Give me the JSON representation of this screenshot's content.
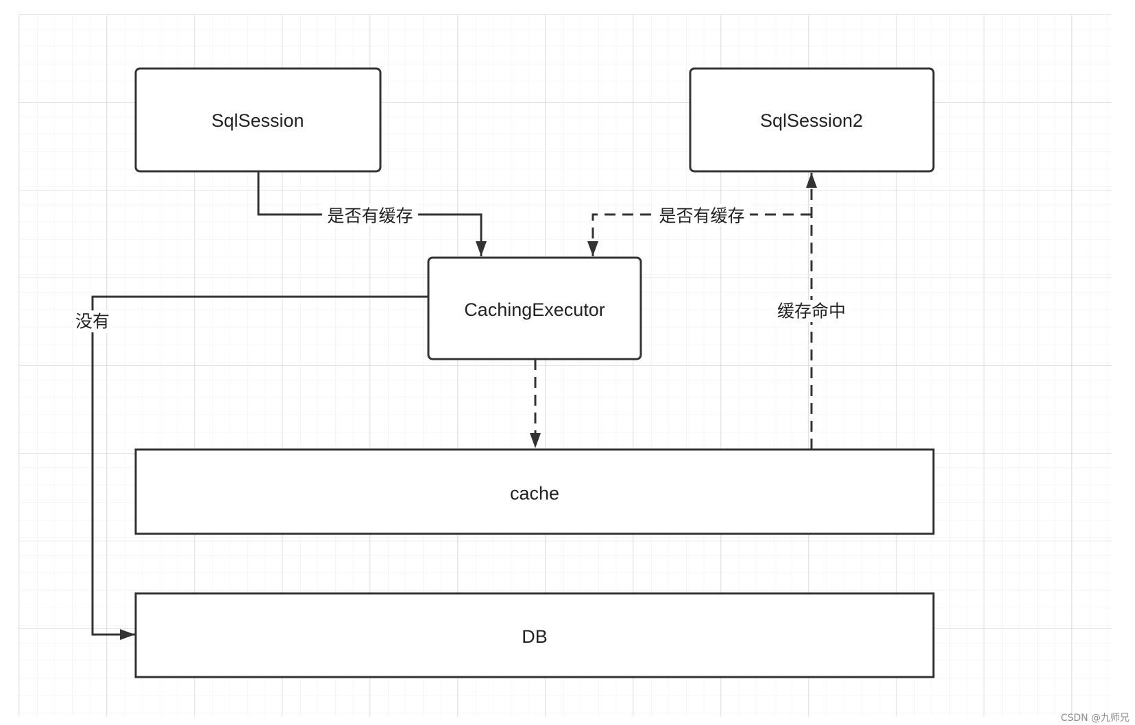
{
  "nodes": {
    "sqlsession": "SqlSession",
    "sqlsession2": "SqlSession2",
    "caching_executor": "CachingExecutor",
    "cache": "cache",
    "db": "DB"
  },
  "edges": {
    "sqlsession_to_executor": "是否有缓存",
    "sqlsession2_to_executor": "是否有缓存",
    "cache_hit": "缓存命中",
    "no_cache_to_db": "没有"
  },
  "watermark": "CSDN @九师兄",
  "colors": {
    "background": "#ffffff",
    "stroke": "#333333",
    "grid_minor": "#ececec",
    "grid_major": "#d9d9d9"
  }
}
